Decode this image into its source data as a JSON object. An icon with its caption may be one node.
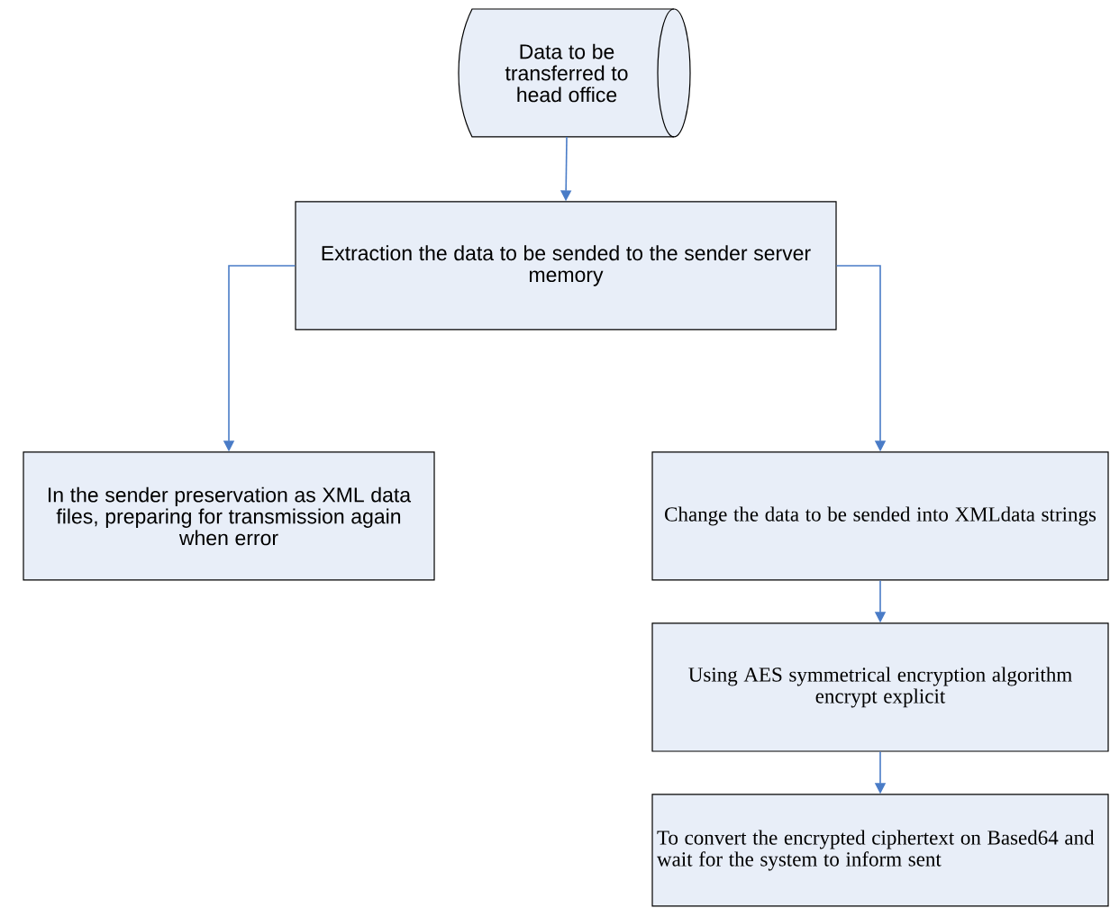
{
  "diagram": {
    "nodes": [
      {
        "text": [
          "Data to be transferred to head office"
        ]
      },
      {
        "text": [
          "Extraction the data to be sended to the sender server memory"
        ]
      },
      {
        "text": [
          "In the sender preservation as XML data files, preparing for transmission again when error"
        ]
      },
      {
        "text": [
          "Change the data to be sended into XMLdata strings"
        ]
      },
      {
        "text": [
          "Using AES symmetrical encryption algorithm encrypt explicit"
        ]
      },
      {
        "text": [
          "To convert the encrypted ciphertext on Based64 and wait for the system to inform sent"
        ]
      }
    ],
    "edges": [
      {
        "from": 0,
        "to": 1,
        "arrow": "to"
      },
      {
        "from": 1,
        "to": 2,
        "arrow": "to"
      },
      {
        "from": 1,
        "to": 3,
        "arrow": "to"
      },
      {
        "from": 3,
        "to": 4,
        "arrow": "to"
      },
      {
        "from": 4,
        "to": 5,
        "arrow": "to"
      }
    ]
  }
}
